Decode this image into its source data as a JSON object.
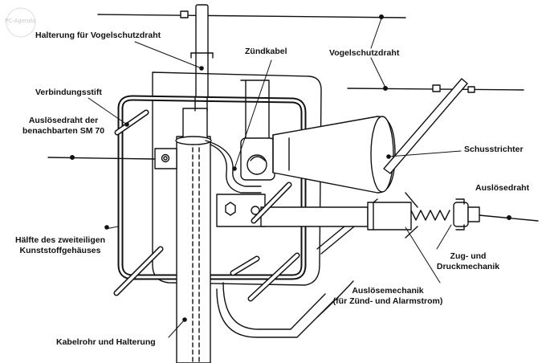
{
  "labels": {
    "halterung": "Halterung für Vogelschutzdraht",
    "zuendkabel": "Zündkabel",
    "vogelschutzdraht": "Vogelschutzdraht",
    "verbindungsstift": "Verbindungsstift",
    "ausloesedraht_nachbar_1": "Auslösedraht der",
    "ausloesedraht_nachbar_2": "benachbarten SM 70",
    "schusstrichter": "Schusstrichter",
    "ausloesedraht": "Auslösedraht",
    "haelfte_1": "Hälfte des zweiteiligen",
    "haelfte_2": "Kunststoffgehäuses",
    "zug_1": "Zug- und",
    "zug_2": "Druckmechanik",
    "ausloesemechanik_1": "Auslösemechanik",
    "ausloesemechanik_2": "(für Zünd- und Alarmstrom)",
    "kabelrohr": "Kabelrohr und Halterung"
  },
  "watermark": "PC-Agenda",
  "colors": {
    "ink": "#111111",
    "background": "#ffffff"
  }
}
